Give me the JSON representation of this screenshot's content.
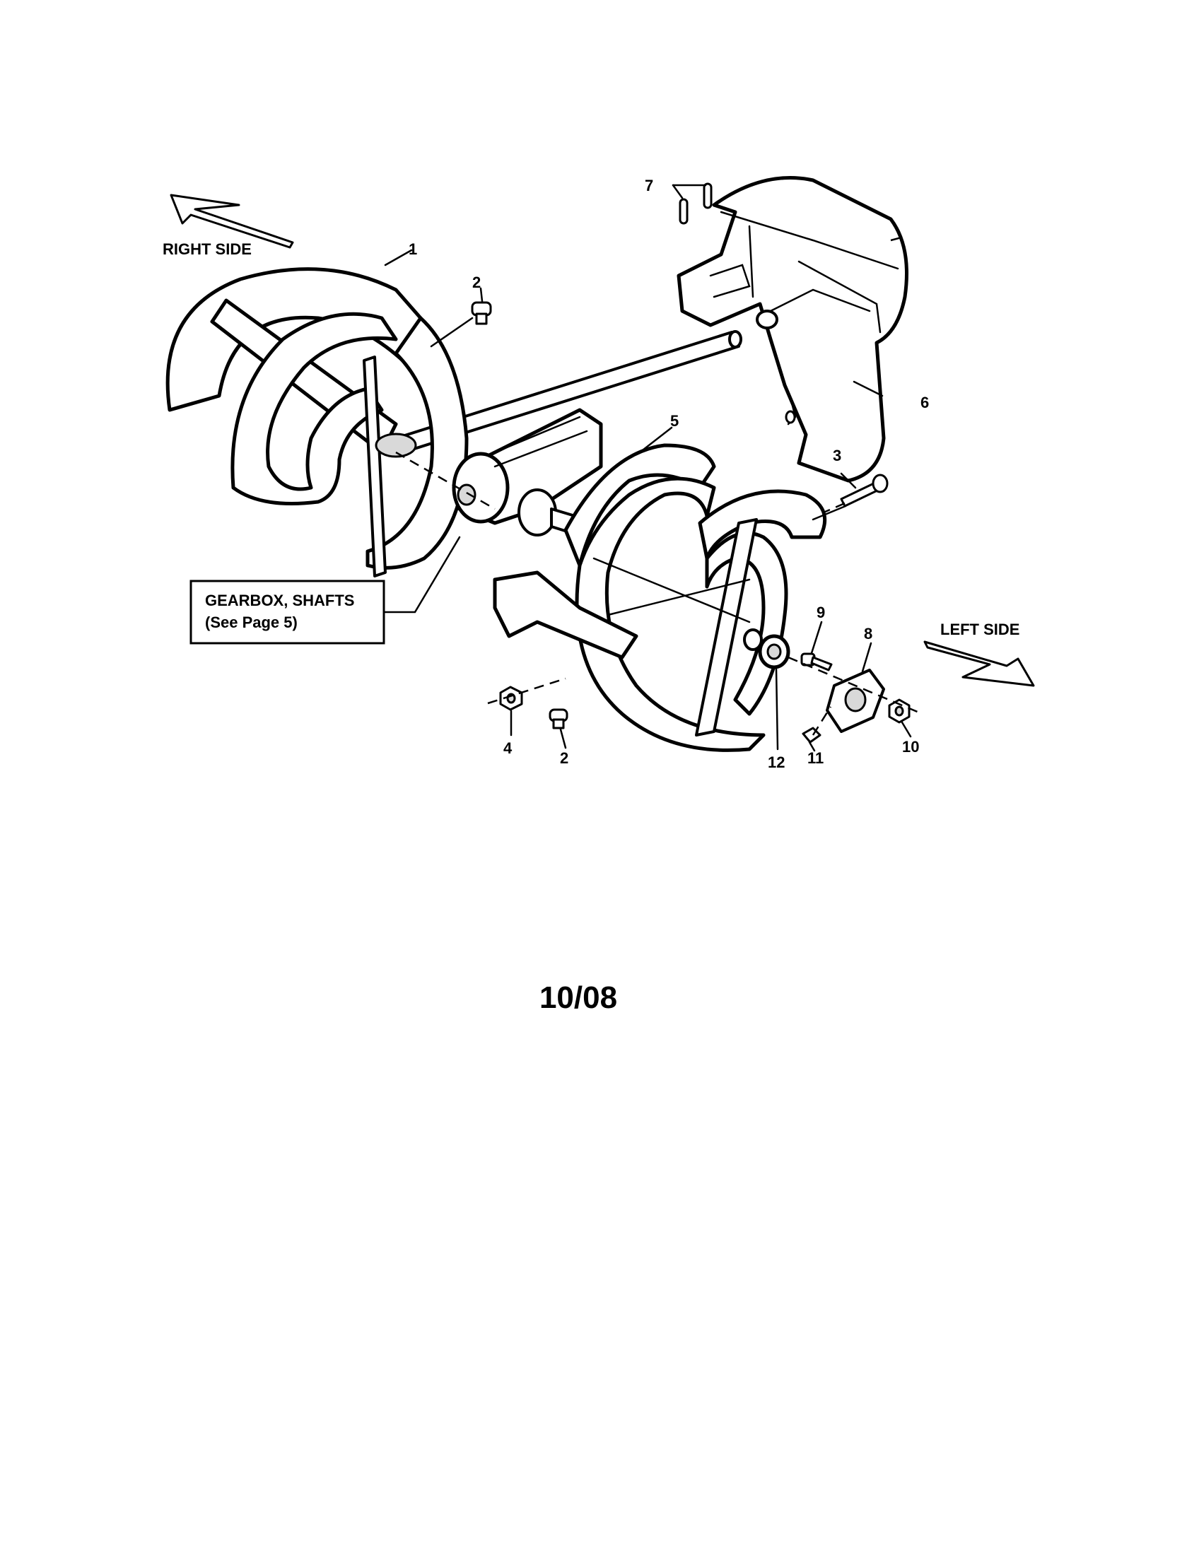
{
  "labels": {
    "right_side": "RIGHT SIDE",
    "left_side": "LEFT SIDE",
    "gearbox_line1": "GEARBOX, SHAFTS",
    "gearbox_line2": "(See Page 5)",
    "footer": "10/08"
  },
  "callouts": [
    "1",
    "2",
    "3",
    "4",
    "5",
    "6",
    "7",
    "8",
    "9",
    "10",
    "11",
    "12",
    "2"
  ]
}
